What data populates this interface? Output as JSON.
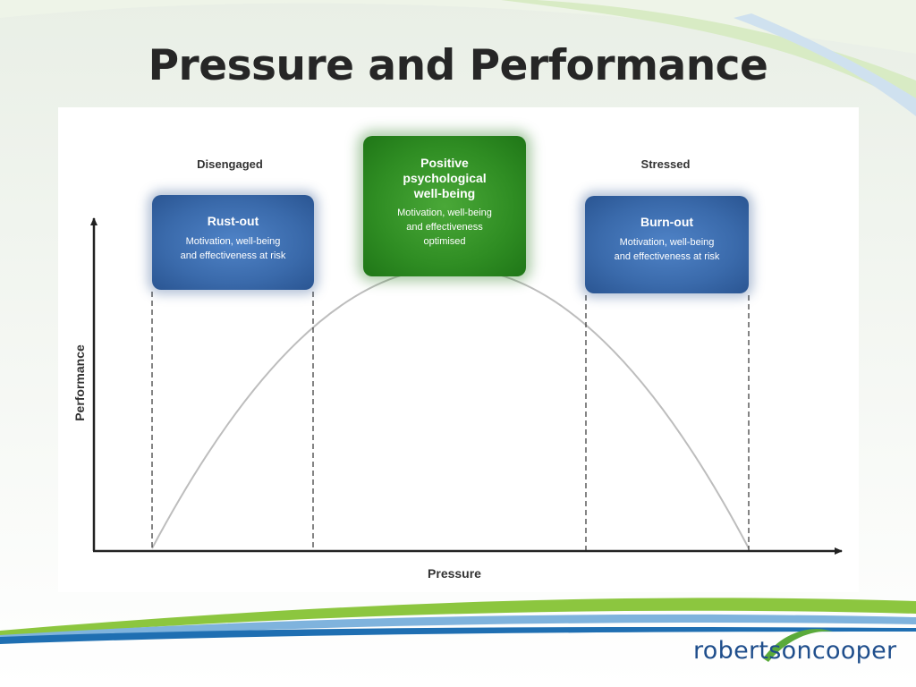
{
  "slide": {
    "title": "Pressure and Performance"
  },
  "diagram": {
    "y_axis_label": "Performance",
    "x_axis_label": "Pressure",
    "zones": [
      {
        "label": "Disengaged"
      },
      {
        "label": ""
      },
      {
        "label": "Stressed"
      }
    ],
    "boxes": {
      "rust_out": {
        "title": "Rust-out",
        "text_line1": "Motivation, well-being",
        "text_line2": "and effectiveness at risk"
      },
      "positive": {
        "title_line1": "Positive",
        "title_line2": "psychological",
        "title_line3": "well-being",
        "text_line1": "Motivation, well-being",
        "text_line2": "and effectiveness",
        "text_line3": "optimised"
      },
      "burn_out": {
        "title": "Burn-out",
        "text_line1": "Motivation, well-being",
        "text_line2": "and effectiveness at risk"
      }
    },
    "colors": {
      "rust_out": "#3a6aab",
      "positive": "#2f8d23",
      "burn_out": "#3a6aab",
      "curve": "#bdbdbd",
      "axes": "#222222"
    }
  },
  "footer": {
    "logo_text": "robertsoncooper",
    "logo_colors": {
      "text": "#1f4e8c",
      "swoosh": "#5aaa3a"
    }
  },
  "background": {
    "accent_green": "#8cc63f",
    "accent_blue": "#1f6fb2"
  }
}
